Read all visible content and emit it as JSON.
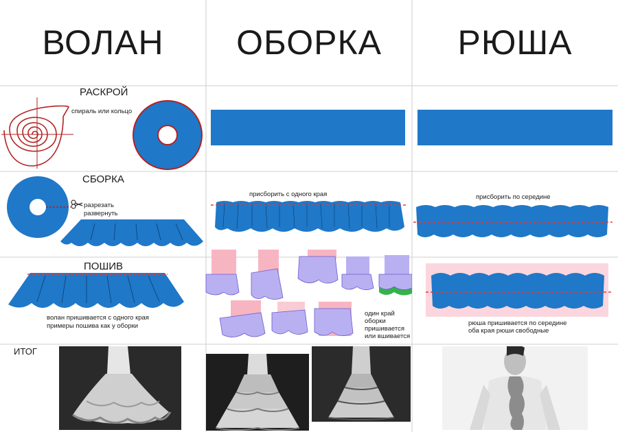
{
  "columns": [
    {
      "title": "ВОЛАН"
    },
    {
      "title": "ОБОРКА"
    },
    {
      "title": "РЮША"
    }
  ],
  "sections": {
    "cutting": "РАСКРОЙ",
    "gathering": "СБОРКА",
    "sewing": "ПОШИВ",
    "result": "ИТОГ"
  },
  "captions": {
    "spiral": "спираль или кольцо",
    "cut_unfold_1": "разрезать",
    "cut_unfold_2": "развернуть",
    "gather_one_edge": "присборить с одного края",
    "gather_middle": "присборить по середине",
    "volan_sew_1": "волан пришивается с одного края",
    "volan_sew_2": "примеры пошива как у оборки",
    "oborka_edge_1": "один край",
    "oborka_edge_2": "оборки",
    "oborka_edge_3": "пришивается",
    "oborka_edge_4": "или вшивается",
    "rusha_sew_1": "рюша пришивается по середине",
    "rusha_sew_2": "оба края рюши свободные"
  },
  "colors": {
    "fabric_blue": "#1f78c8",
    "outline_red": "#b22222",
    "base_pink": "#f7b5c2",
    "ruffle_lilac": "#b9b0f2",
    "ruffle_green": "#33b34a",
    "grid_line": "#cfcfcf",
    "stitch_red": "#e03a3a"
  },
  "icons": [
    "scissors-icon"
  ]
}
